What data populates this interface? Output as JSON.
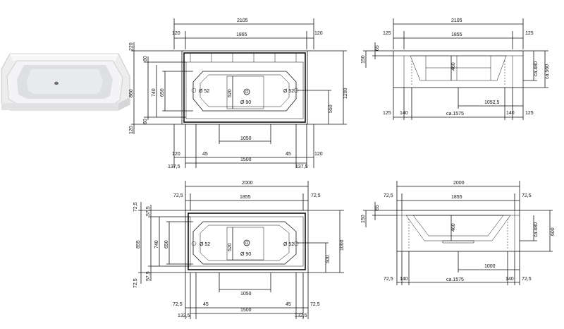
{
  "views": {
    "top_view_1": {
      "overall_width": "2105",
      "side_left": "120",
      "inner_width": "1865",
      "side_right": "120",
      "overall_height": "1200",
      "left_top_margin": "220",
      "left_inner": "860",
      "left_bottom_margin": "120",
      "left_60_top": "60",
      "left_60_bottom": "60",
      "height_740": "740",
      "height_650": "650",
      "height_520": "520",
      "height_550": "550",
      "overflow_left": "Ø 52",
      "overflow_right": "Ø 52",
      "drain": "Ø 90",
      "inner_1050": "1050",
      "bottom_120_left": "120",
      "bottom_45_left": "45",
      "bottom_45_right": "45",
      "bottom_120_right": "120",
      "bottom_1375_left": "137,5",
      "bottom_1500": "1500",
      "bottom_1375_right": "137,5"
    },
    "side_view_1": {
      "overall_width": "2105",
      "side_left": "125",
      "inner_width": "1855",
      "side_right": "125",
      "left_150": "150",
      "left_65": "65",
      "depth_460": "460",
      "right_480": "ca.480",
      "right_560": "ca.560",
      "inner_10525": "1052,5",
      "bottom_125_left": "125",
      "bottom_140_left": "140",
      "bottom_1575": "ca.1575",
      "bottom_140_right": "140",
      "bottom_125_right": "125"
    },
    "top_view_2": {
      "overall_width": "2000",
      "side_left": "72,5",
      "inner_width": "1855",
      "side_right": "72,5",
      "overall_height": "1000",
      "left_725_top": "72,5",
      "left_575_top": "57,5",
      "left_855": "855",
      "left_740": "740",
      "left_650": "650",
      "left_725_bottom": "72,5",
      "left_575_bottom": "57,5",
      "height_520": "520",
      "height_500": "500",
      "overflow_left": "Ø 52",
      "overflow_right": "Ø 52",
      "drain": "Ø 90",
      "inner_1050": "1050",
      "bottom_725_left": "72,5",
      "bottom_45_left": "45",
      "bottom_45_right": "45",
      "bottom_725_right": "72,5",
      "bottom_1325_left": "132,5",
      "bottom_1500": "1500",
      "bottom_1325_right": "132,5"
    },
    "side_view_2": {
      "overall_width": "2000",
      "side_left": "72,5",
      "inner_width": "1855",
      "side_right": "72,5",
      "left_150": "150",
      "left_65": "65",
      "depth_460": "460",
      "right_480": "ca.480",
      "right_600": "600",
      "inner_1000": "1000",
      "bottom_725_left": "72,5",
      "bottom_140_left": "140",
      "bottom_1575": "ca.1575",
      "bottom_140_right": "140",
      "bottom_725_right": "72,5"
    }
  }
}
